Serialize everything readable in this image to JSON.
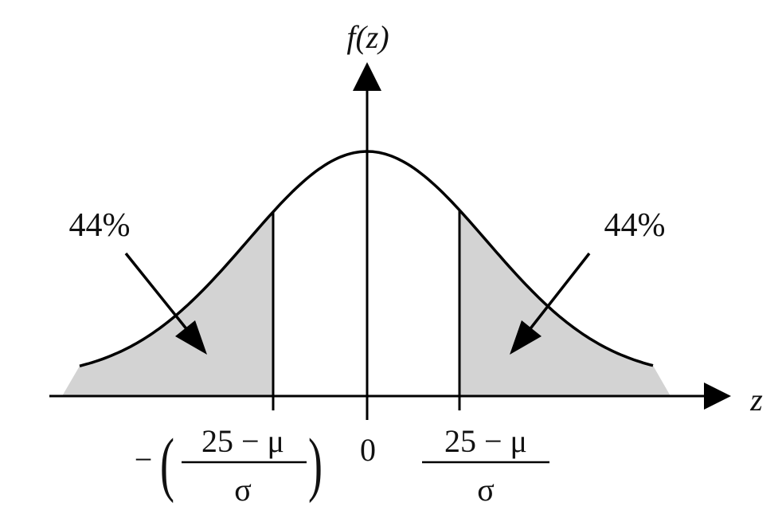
{
  "diagram": {
    "y_axis_label": "f(z)",
    "y_axis_label_f": "f",
    "y_axis_label_arg": "(z)",
    "x_axis_label": "z",
    "origin_label": "0",
    "left_area_label": "44%",
    "right_area_label": "44%",
    "left_bound": {
      "prefix": "−",
      "numerator": "25 − μ",
      "denominator": "σ",
      "open_paren": "(",
      "close_paren": ")"
    },
    "right_bound": {
      "numerator": "25 − μ",
      "denominator": "σ"
    },
    "left_tail_fraction": 0.44,
    "right_tail_fraction": 0.44,
    "colors": {
      "shade": "#d3d3d3",
      "ink": "#000000"
    }
  }
}
